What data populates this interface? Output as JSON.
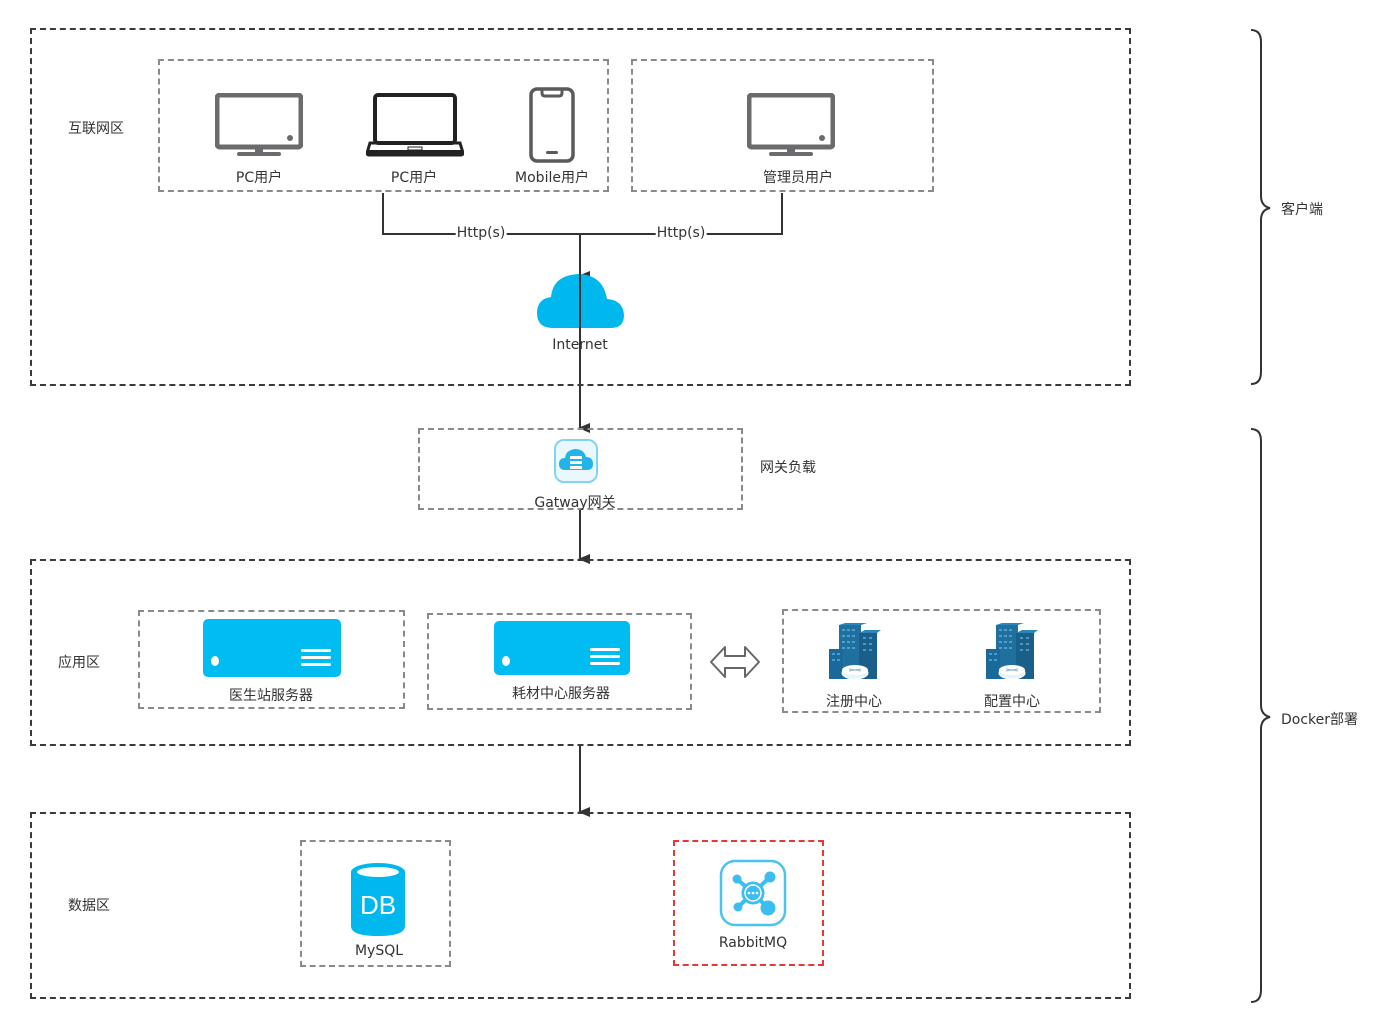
{
  "zones": {
    "internet": {
      "label": "互联网区"
    },
    "app": {
      "label": "应用区"
    },
    "data": {
      "label": "数据区"
    }
  },
  "clients": {
    "pc_user_1": "PC用户",
    "pc_user_2": "PC用户",
    "mobile_user": "Mobile用户",
    "admin_user": "管理员用户"
  },
  "connections": {
    "http_left": "Http(s)",
    "http_right": "Http(s)"
  },
  "internet": {
    "label": "Internet"
  },
  "gateway": {
    "label": "Gatway网关",
    "side_label": "网关负载"
  },
  "app_servers": {
    "doctor": "医生站服务器",
    "consumables": "耗材中心服务器"
  },
  "services": {
    "registry": "注册中心",
    "config": "配置中心"
  },
  "data_stores": {
    "mysql": {
      "label": "MySQL",
      "icon_text": "DB"
    },
    "rabbitmq": {
      "label": "RabbitMQ"
    }
  },
  "braces": {
    "client": "客户端",
    "docker": "Docker部署"
  },
  "colors": {
    "accent_blue": "#00b8ee",
    "building_blue": "#1f6f9f",
    "highlight_red": "#e53935"
  }
}
